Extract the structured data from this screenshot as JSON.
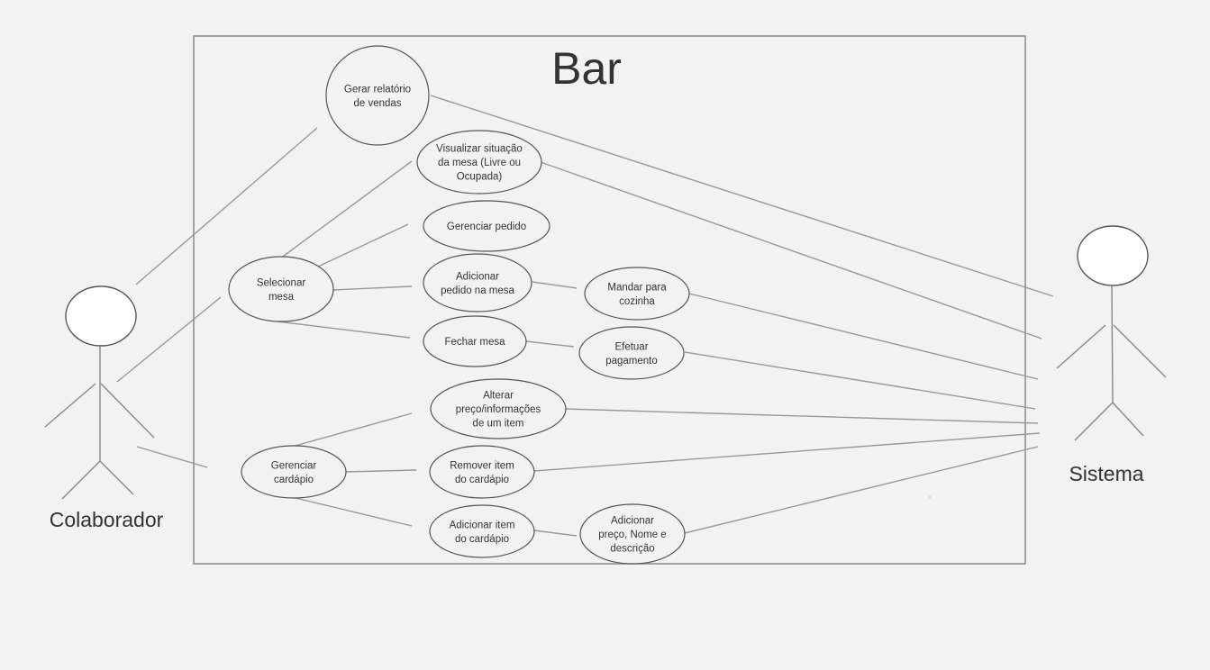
{
  "diagram": {
    "system_title": "Bar",
    "actors": {
      "colaborador": "Colaborador",
      "sistema": "Sistema"
    },
    "use_cases": {
      "gerar_relatorio": [
        "Gerar relatório",
        "de vendas"
      ],
      "visualizar_situacao": [
        "Visualizar situação",
        "da mesa (Livre ou",
        "Ocupada)"
      ],
      "gerenciar_pedido": [
        "Gerenciar pedido"
      ],
      "selecionar_mesa": [
        "Selecionar",
        "mesa"
      ],
      "adicionar_pedido": [
        "Adicionar",
        "pedido na mesa"
      ],
      "mandar_cozinha": [
        "Mandar para",
        "cozinha"
      ],
      "fechar_mesa": [
        "Fechar mesa"
      ],
      "efetuar_pagamento": [
        "Efetuar",
        "pagamento"
      ],
      "alterar_preco": [
        "Alterar",
        "preço/informações",
        "de um item"
      ],
      "gerenciar_cardapio": [
        "Gerenciar",
        "cardápio"
      ],
      "remover_item": [
        "Remover item",
        "do cardápio"
      ],
      "adicionar_item": [
        "Adicionar item",
        "do cardápio"
      ],
      "adicionar_preco": [
        "Adicionar",
        "preço, Nome e",
        "descrição"
      ]
    },
    "colors": {
      "background": "#f2f2f2",
      "stroke": "#888888",
      "text": "#333333",
      "fill": "#ffffff"
    }
  }
}
